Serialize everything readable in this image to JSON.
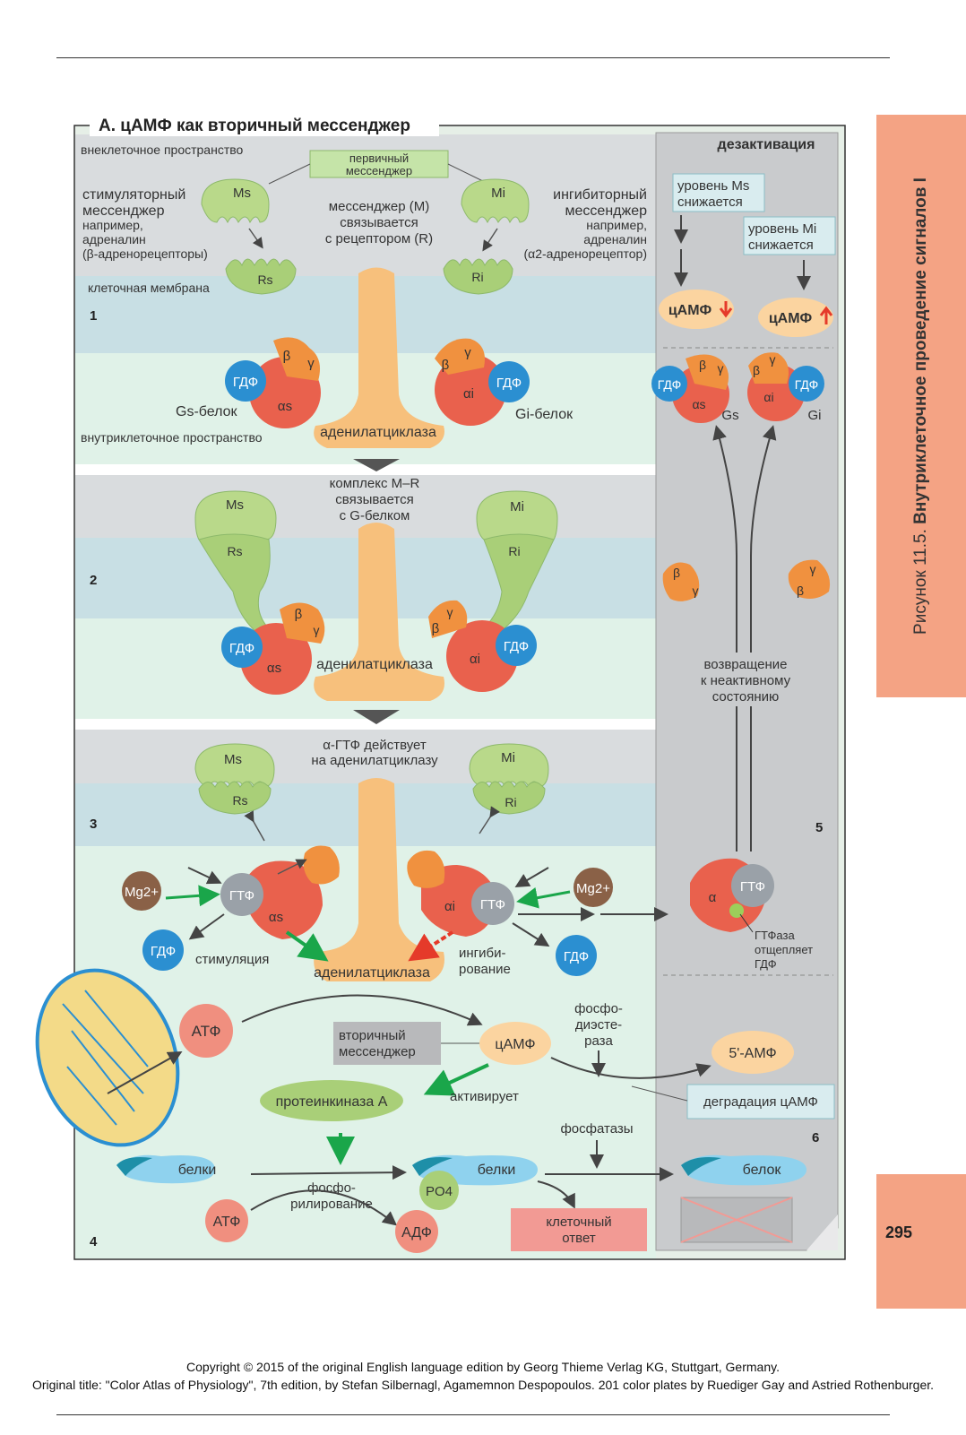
{
  "figure": {
    "title": "А. цАМФ как вторичный мессенджер",
    "side_tab_prefix": "Рисунок 11.5.",
    "side_tab_title": "Внутриклеточное проведение сигналов I",
    "page_number": "295"
  },
  "labels": {
    "extracellular": "внеклеточное пространство",
    "intracellular": "внутриклеточное пространство",
    "membrane": "клеточная мембрана",
    "primary_messenger_1": "первичный",
    "primary_messenger_2": "мессенджер",
    "binding_1": "мессенджер (M)",
    "binding_2": "связывается",
    "binding_3": "с рецептором (R)",
    "stim_1": "стимуляторный",
    "stim_2": "мессенджер",
    "stim_3": "например,",
    "stim_4": "адреналин",
    "stim_5": "(β-адренорецепторы)",
    "inhib_1": "ингибиторный",
    "inhib_2": "мессенджер",
    "inhib_3": "например,",
    "inhib_4": "адреналин",
    "inhib_5": "(α2-адренорецептор)",
    "gs_protein": "Gs-белок",
    "gi_protein": "Gi-белок",
    "adenylate_cyclase": "аденилатциклаза",
    "complex_1": "комплекс M–R",
    "complex_2": "связывается",
    "complex_3": "с G-белком",
    "agtp_1": "α-ГТФ действует",
    "agtp_2": "на аденилатциклазу",
    "stimulation": "стимуляция",
    "inhibition_1": "ингиби-",
    "inhibition_2": "рование",
    "deactivation": "дезактивация",
    "ms_level_1": "уровень Ms",
    "ms_level_2": "снижается",
    "mi_level_1": "уровень Mi",
    "mi_level_2": "снижается",
    "camp": "цАМФ",
    "return_1": "возвращение",
    "return_2": "к неактивному",
    "return_3": "состоянию",
    "gtpase_1": "ГТФаза",
    "gtpase_2": "отщепляет",
    "gtpase_3": "ГДФ",
    "atp": "АТФ",
    "adp": "АДФ",
    "gdp": "ГДФ",
    "gtp": "ГТФ",
    "mg": "Mg2+",
    "secondary_1": "вторичный",
    "secondary_2": "мессенджер",
    "pde_1": "фосфо-",
    "pde_2": "диэсте-",
    "pde_3": "раза",
    "amp5": "5'-АМФ",
    "camp_degradation": "деградация цАМФ",
    "pka": "протеинкиназа А",
    "activates": "активирует",
    "phosphatases": "фосфатазы",
    "proteins": "белки",
    "protein": "белок",
    "phosph_1": "фосфо-",
    "phosph_2": "рилирование",
    "po4": "PO4",
    "cell_response_1": "клеточный",
    "cell_response_2": "ответ",
    "alpha": "α",
    "beta": "β",
    "gamma": "γ",
    "alpha_s": "αs",
    "alpha_i": "αi",
    "ms": "Ms",
    "mi": "Mi",
    "rs": "Rs",
    "ri": "Ri",
    "gs": "Gs",
    "gi": "Gi",
    "n1": "1",
    "n2": "2",
    "n3": "3",
    "n4": "4",
    "n5": "5",
    "n6": "6"
  },
  "copyright": {
    "line1": "Copyright © 2015 of the original English language edition by Georg Thieme Verlag KG, Stuttgart, Germany.",
    "line2": "Original title: \"Color Atlas of Physiology\", 7th edition, by Stefan Silbernagl, Agamemnon Despopoulos. 201 color plates by Ruediger Gay and Astried Rothenburger."
  },
  "colors": {
    "extracellular_band": "#d9dcde",
    "membrane_band": "#c8dfe4",
    "cytosol_band": "#e0f2e8",
    "right_panel": "#c9cbcd",
    "receptor_green": "#a9cf78",
    "ligand_green": "#b9d98a",
    "cyclase_orange": "#f7c07c",
    "alpha_red": "#e9614d",
    "beta_orange": "#f0913f",
    "gdp_blue": "#2b8fd1",
    "gtp_grey": "#9aa1a8",
    "mg_brown": "#8a6147",
    "accent_arrow_green": "#1aa64a",
    "accent_arrow_red": "#e53a2a",
    "camp_orange": "#fbd4a0",
    "cell_response_pink": "#f29a94",
    "tab_salmon": "#f4a384"
  }
}
